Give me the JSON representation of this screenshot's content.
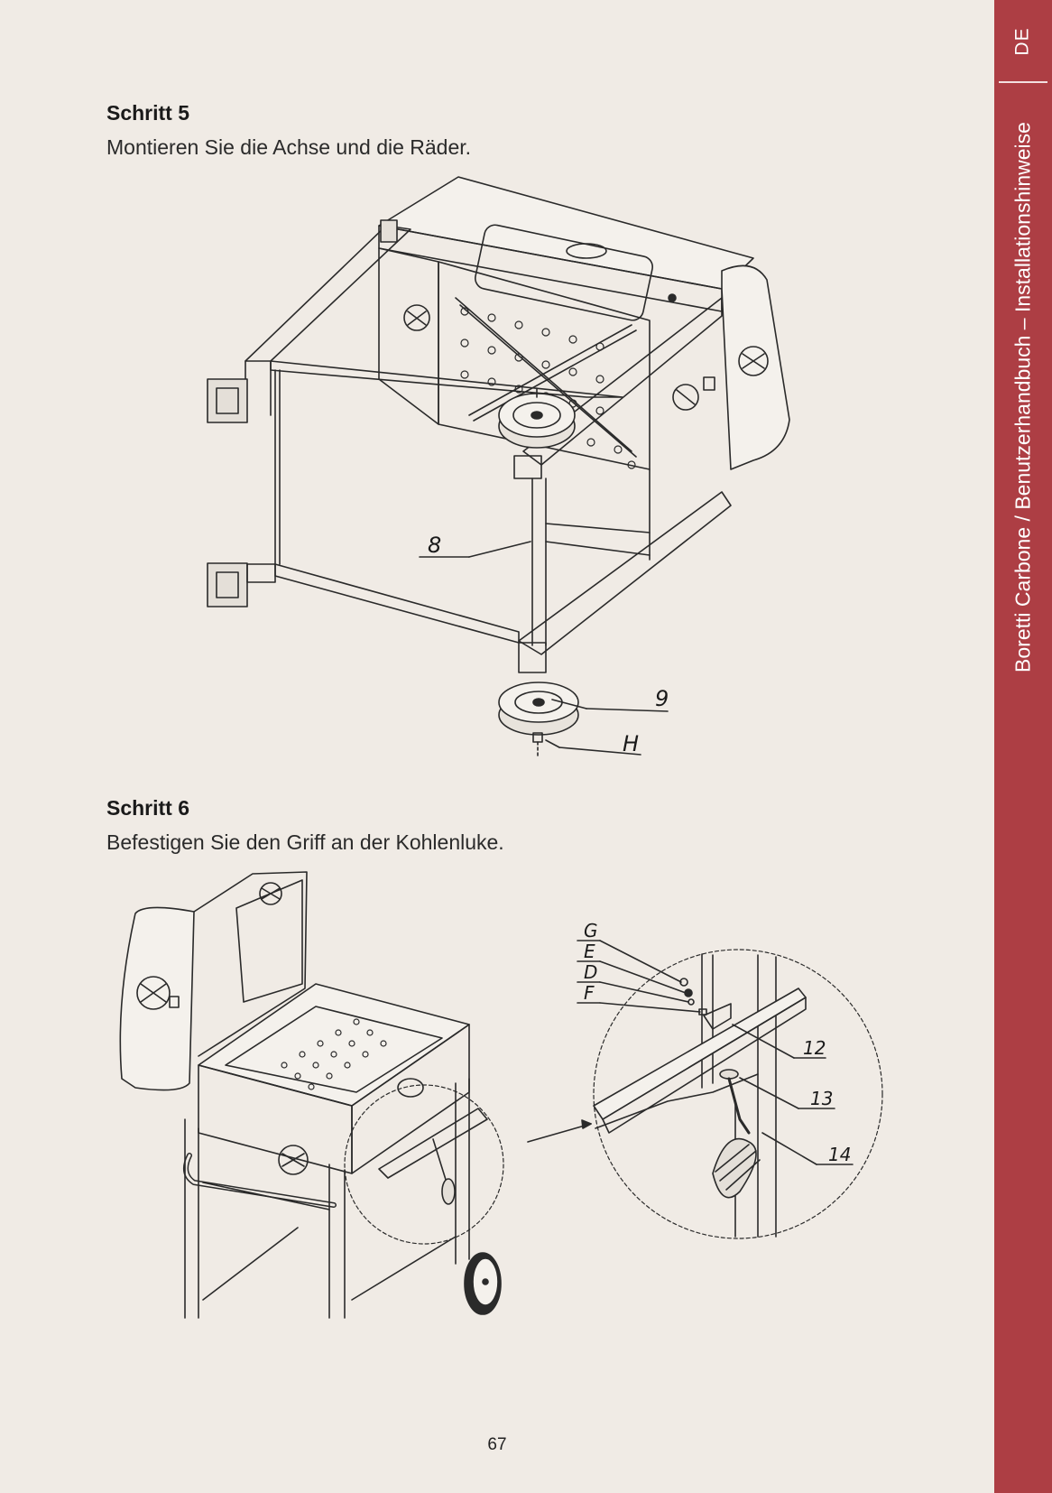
{
  "sidebar": {
    "language": "DE",
    "title": "Boretti Carbone / Benutzerhandbuch – Installationshinweise",
    "accent_color": "#ad3e44"
  },
  "steps": [
    {
      "title": "Schritt 5",
      "description": "Montieren Sie die Achse und die Räder.",
      "callouts": [
        "8",
        "9",
        "H"
      ]
    },
    {
      "title": "Schritt 6",
      "description": "Befestigen Sie den Griff an der Kohlenluke.",
      "callouts": [
        "G",
        "E",
        "D",
        "F",
        "12",
        "13",
        "14"
      ]
    }
  ],
  "page_number": "67"
}
